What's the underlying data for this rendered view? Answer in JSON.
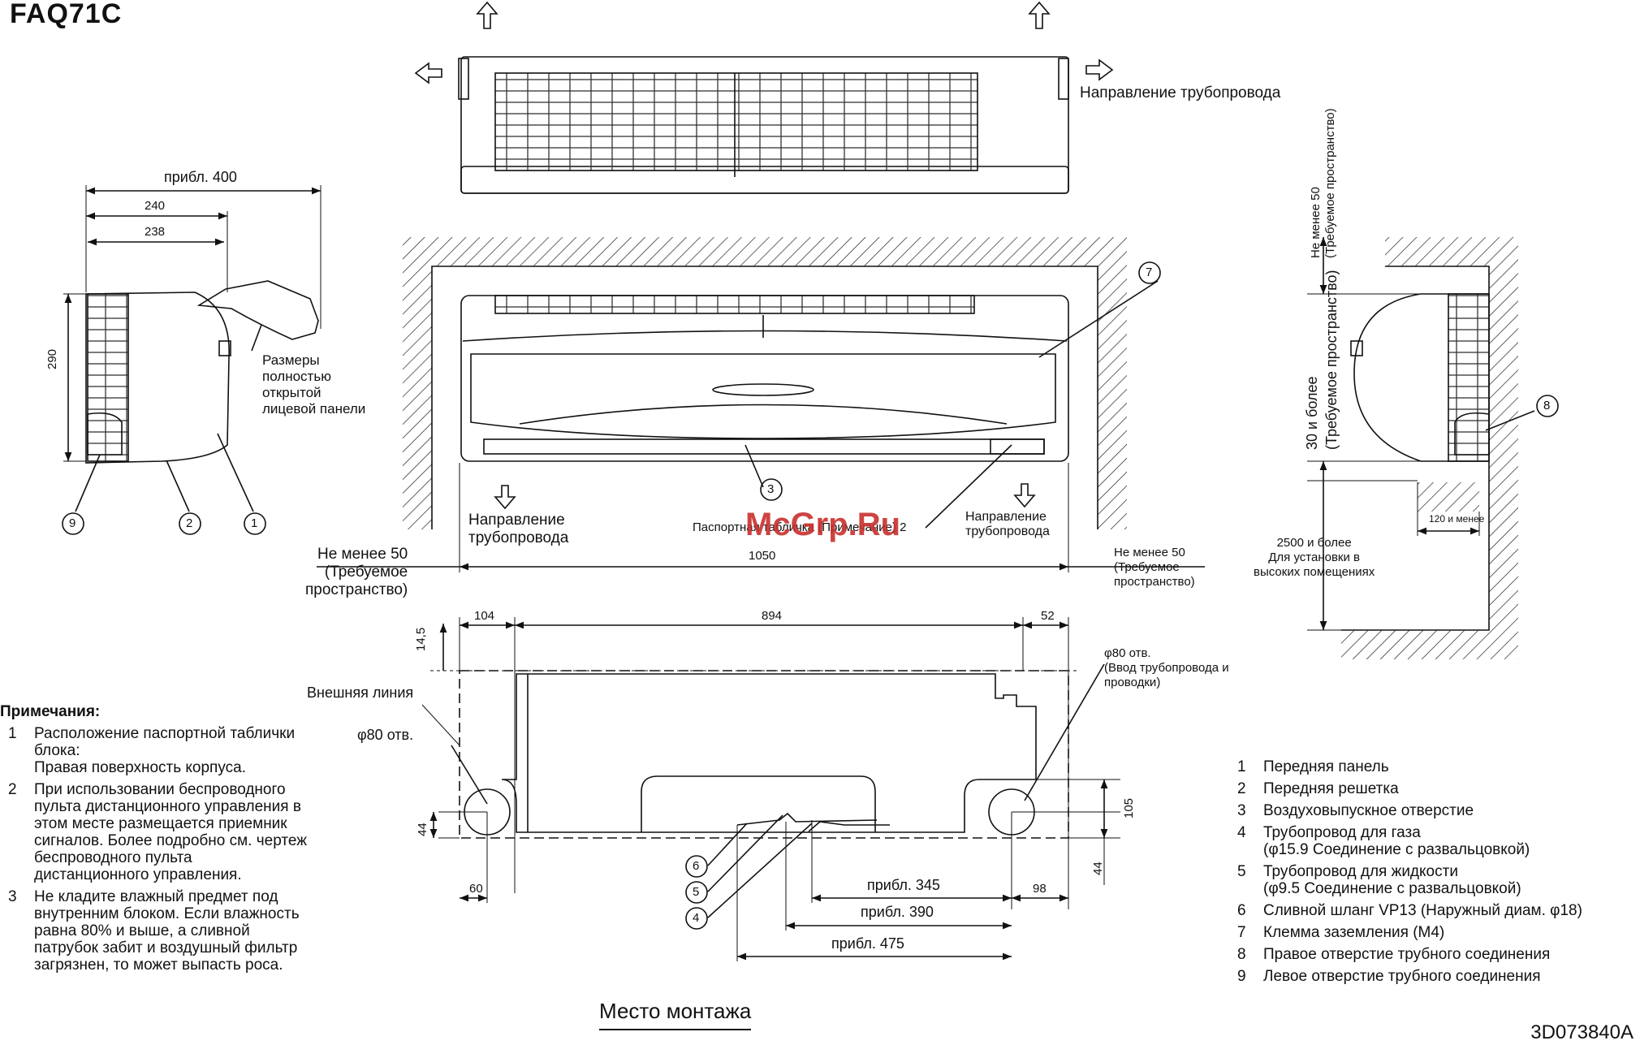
{
  "model": "FAQ71C",
  "document_id": "3D073840A",
  "watermark": "McGrp.Ru",
  "side_view": {
    "dim_approx": "прибл. 400",
    "dim_240": "240",
    "dim_238": "238",
    "dim_290": "290",
    "panel_note": "Размеры\nполностью\nоткрытой\nлицевой панели"
  },
  "top_view": {
    "pipe_direction": "Направление трубопровода"
  },
  "front_view": {
    "pipe_dir_left": "Направление\nтрубопровода",
    "pipe_dir_right": "Направление\nтрубопровода",
    "nameplate": "Паспортная табличка (Примечание) 2",
    "clear_left": "Не менее 50\n(Требуемое\nпространство)",
    "clear_right": "Не менее 50\n(Требуемое\nпространство)",
    "width": "1050"
  },
  "install_view": {
    "dim_104": "104",
    "dim_894": "894",
    "dim_52": "52",
    "dim_14_5": "14,5",
    "outer_line": "Внешняя линия",
    "hole_left": "φ80 отв.",
    "hole_right": "φ80 отв.\n(Ввод трубопровода и\nпроводки)",
    "dim_44_left": "44",
    "dim_60": "60",
    "dim_105": "105",
    "dim_44_right": "44",
    "dim_98": "98",
    "approx_345": "прибл. 345",
    "approx_390": "прибл. 390",
    "approx_475": "прибл. 475",
    "title": "Место монтажа"
  },
  "right_view": {
    "clear_top": "Не менее 50\n(Требуемое пространство)",
    "clear_mid": "30 и более\n(Требуемое пространство)",
    "clear_high": "2500 и более\nДля установки в\nвысоких помещениях",
    "dim_120": "120 и менее"
  },
  "notes": {
    "heading": "Примечания:",
    "items": [
      {
        "num": "1",
        "text": "Расположение паспортной таблички\nблока:\nПравая поверхность корпуса."
      },
      {
        "num": "2",
        "text": "При использовании беспроводного\nпульта дистанционного управления в\nэтом месте размещается приемник\nсигналов. Более подробно см. чертеж\nбеспроводного пульта\nдистанционного управления."
      },
      {
        "num": "3",
        "text": "Не кладите влажный предмет под\nвнутренним блоком. Если влажность\nравна 80% и выше, а сливной\nпатрубок забит и воздушный фильтр\nзагрязнен, то может выпасть роса."
      }
    ]
  },
  "legend": [
    {
      "num": "1",
      "text": "Передняя панель"
    },
    {
      "num": "2",
      "text": "Передняя решетка"
    },
    {
      "num": "3",
      "text": "Воздуховыпускное отверстие"
    },
    {
      "num": "4",
      "text": "Трубопровод для газа\n(φ15.9 Соединение с развальцовкой)"
    },
    {
      "num": "5",
      "text": "Трубопровод для жидкости\n(φ9.5 Соединение с развальцовкой)"
    },
    {
      "num": "6",
      "text": "Сливной шланг VP13 (Наружный диам. φ18)"
    },
    {
      "num": "7",
      "text": "Клемма заземления (M4)"
    },
    {
      "num": "8",
      "text": "Правое отверстие трубного соединения"
    },
    {
      "num": "9",
      "text": "Левое отверстие трубного соединения"
    }
  ],
  "callouts": {
    "c1": "1",
    "c2": "2",
    "c3": "3",
    "c4": "4",
    "c5": "5",
    "c6": "6",
    "c7": "7",
    "c8": "8",
    "c9": "9"
  }
}
